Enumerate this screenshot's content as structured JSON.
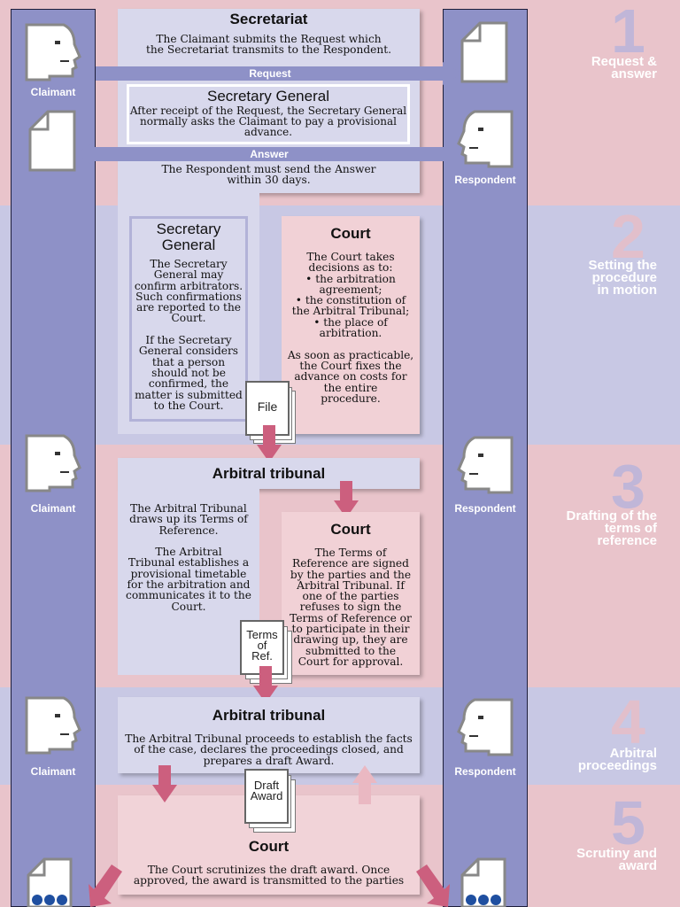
{
  "parties": {
    "claimant": "Claimant",
    "respondent": "Respondent"
  },
  "stages": [
    {
      "num": "1",
      "label": "Request &\nanswer"
    },
    {
      "num": "2",
      "label": "Setting the\nprocedure\nin motion"
    },
    {
      "num": "3",
      "label": "Drafting of the\nterms of\nreference"
    },
    {
      "num": "4",
      "label": "Arbitral\nproceedings"
    },
    {
      "num": "5",
      "label": "Scrutiny and\naward"
    }
  ],
  "s1": {
    "secretariat_title": "Secretariat",
    "secretariat_text": "The Claimant submits the Request which\nthe Secretariat transmits to the Respondent.",
    "request_label": "Request",
    "sg_title": "Secretary General",
    "sg_text": "After receipt of the Request, the Secretary General\nnormally asks the Claimant to pay a provisional\nadvance.",
    "answer_label": "Answer",
    "answer_text": "The Respondent must send the Answer\nwithin 30 days."
  },
  "s2": {
    "sg_title": "Secretary\nGeneral",
    "sg_text": "The Secretary\nGeneral may\nconfirm arbitrators.\nSuch confirmations\nare reported to the\nCourt.\n\nIf the Secretary\nGeneral considers\nthat a person\nshould not be\nconfirmed, the\nmatter is submitted\nto the Court.",
    "court_title": "Court",
    "court_text": "The Court takes\ndecisions as to:\n• the arbitration\nagreement;\n• the constitution of\nthe Arbitral Tribunal;\n• the place of\narbitration.\n\nAs soon as practicable,\nthe Court fixes the\nadvance on costs for\nthe entire\nprocedure.",
    "file_label": "File"
  },
  "s3": {
    "tribunal_title": "Arbitral tribunal",
    "tribunal_text": "The Arbitral Tribunal\ndraws up its Terms of\nReference.\n\nThe Arbitral\nTribunal establishes a\nprovisional timetable\nfor the arbitration and\ncommunicates it to the\nCourt.",
    "court_title": "Court",
    "court_text": "The Terms of\nReference are signed\nby the parties and the\nArbitral Tribunal.  If\none of the parties\nrefuses to sign the\nTerms of Reference or\nto participate in their\ndrawing up, they are\nsubmitted to the\nCourt for approval.",
    "terms_label": "Terms\nof\nRef."
  },
  "s4": {
    "tribunal_title": "Arbitral tribunal",
    "tribunal_text": "The Arbitral Tribunal proceeds to establish the facts\nof the case, declares the proceedings closed, and\nprepares a draft Award.",
    "draft_label": "Draft\nAward"
  },
  "s5": {
    "court_title": "Court",
    "court_text": "The Court scrutinizes the draft award. Once\napproved, the award is transmitted to the parties"
  },
  "colors": {
    "pink": "#e9c4cb",
    "lavender": "#c8c8e4",
    "column": "#8e91c7",
    "arrow": "#cc5f7e",
    "stage_pink": "#eec6cd",
    "stage_lav": "#b6b7dc"
  }
}
